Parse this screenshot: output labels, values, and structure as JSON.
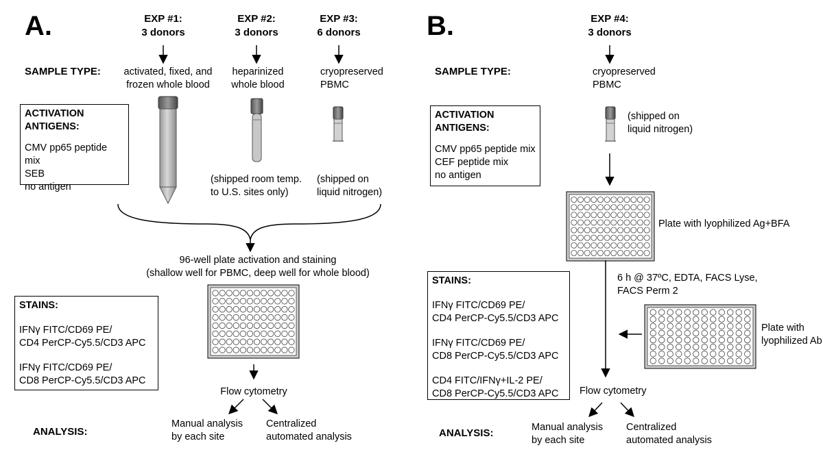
{
  "panelA": {
    "label": "A.",
    "exp1": {
      "line1": "EXP #1:",
      "line2": "3 donors"
    },
    "exp2": {
      "line1": "EXP #2:",
      "line2": "3 donors"
    },
    "exp3": {
      "line1": "EXP #3:",
      "line2": "6 donors"
    },
    "sample_type_header": "SAMPLE TYPE:",
    "sample1": [
      "activated, fixed, and",
      "frozen whole blood"
    ],
    "sample2": [
      "heparinized",
      "whole blood"
    ],
    "sample3": [
      "cryopreserved",
      "PBMC"
    ],
    "activation_box": {
      "title": [
        "ACTIVATION",
        "ANTIGENS:"
      ],
      "items": [
        "CMV pp65 peptide mix",
        "SEB",
        "no antigen"
      ]
    },
    "ship2": [
      "(shipped room temp.",
      "to U.S. sites only)"
    ],
    "ship3": [
      "(shipped on",
      "liquid nitrogen)"
    ],
    "plate_caption": [
      "96-well plate activation and staining",
      "(shallow well for PBMC, deep well for whole blood)"
    ],
    "stains_box": {
      "title": "STAINS:",
      "group1": [
        "IFNγ FITC/CD69 PE/",
        "CD4 PerCP-Cy5.5/CD3 APC"
      ],
      "group2": [
        "IFNγ FITC/CD69 PE/",
        "CD8 PerCP-Cy5.5/CD3 APC"
      ]
    },
    "flow": "Flow cytometry",
    "analysis_header": "ANALYSIS:",
    "manual": [
      "Manual analysis",
      "by each site"
    ],
    "central": [
      "Centralized",
      "automated analysis"
    ]
  },
  "panelB": {
    "label": "B.",
    "exp4": {
      "line1": "EXP #4:",
      "line2": "3 donors"
    },
    "sample_type_header": "SAMPLE TYPE:",
    "sample": [
      "cryopreserved",
      "PBMC"
    ],
    "ship": [
      "(shipped on",
      "liquid nitrogen)"
    ],
    "activation_box": {
      "title": [
        "ACTIVATION",
        "ANTIGENS:"
      ],
      "items": [
        "CMV pp65 peptide mix",
        "CEF peptide mix",
        "no antigen"
      ]
    },
    "plate1_caption": "Plate with lyophilized Ag+BFA",
    "step": [
      "6 h @ 37ºC, EDTA, FACS Lyse,",
      "FACS Perm 2"
    ],
    "plate2_caption": [
      "Plate with",
      "lyophilized Ab"
    ],
    "stains_box": {
      "title": "STAINS:",
      "group1": [
        "IFNγ FITC/CD69 PE/",
        "CD4 PerCP-Cy5.5/CD3 APC"
      ],
      "group2": [
        "IFNγ FITC/CD69 PE/",
        "CD8 PerCP-Cy5.5/CD3 APC"
      ],
      "group3": [
        "CD4 FITC/IFNγ+IL-2 PE/",
        "CD8 PerCP-Cy5.5/CD3 APC"
      ]
    },
    "flow": "Flow cytometry",
    "analysis_header": "ANALYSIS:",
    "manual": [
      "Manual analysis",
      "by each site"
    ],
    "central": [
      "Centralized",
      "automated analysis"
    ]
  }
}
